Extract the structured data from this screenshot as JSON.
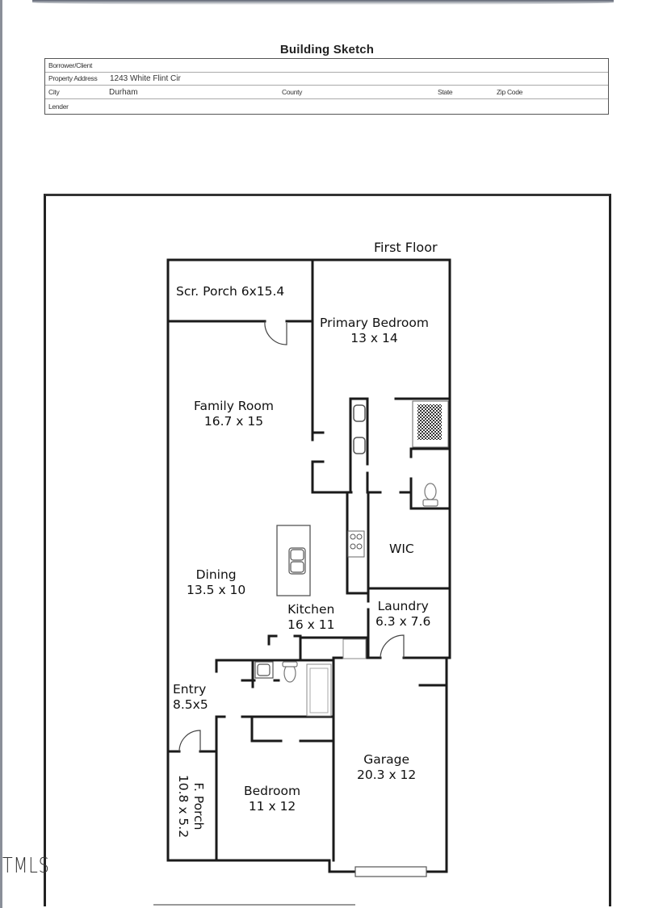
{
  "document": {
    "title": "Building Sketch",
    "form": {
      "borrower_client_label": "Borrower/Client",
      "borrower_client_value": "",
      "property_address_label": "Property Address",
      "property_address_value": "1243 White Flint Cir",
      "city_label": "City",
      "city_value": "Durham",
      "county_label": "County",
      "county_value": "",
      "state_label": "State",
      "state_value": "",
      "zip_label": "Zip Code",
      "zip_value": "",
      "lender_label": "Lender",
      "lender_value": ""
    }
  },
  "sketch": {
    "floor_label": "First Floor",
    "rooms": {
      "scr_porch": {
        "name": "Scr. Porch 6x15.4"
      },
      "primary_bedroom": {
        "name": "Primary Bedroom",
        "size": "13 x 14"
      },
      "family_room": {
        "name": "Family Room",
        "size": "16.7 x 15"
      },
      "wic": {
        "name": "WIC"
      },
      "dining": {
        "name": "Dining",
        "size": "13.5 x 10"
      },
      "kitchen": {
        "name": "Kitchen",
        "size": "16 x 11"
      },
      "laundry": {
        "name": "Laundry",
        "size": "6.3 x 7.6"
      },
      "entry": {
        "name": "Entry",
        "size": "8.5x5"
      },
      "garage": {
        "name": "Garage",
        "size": "20.3 x 12"
      },
      "bedroom": {
        "name": "Bedroom",
        "size": "11 x 12"
      },
      "front_porch": {
        "name": "F. Porch",
        "size": "10.8 x 5.2"
      }
    }
  },
  "watermark": "TMLS",
  "colors": {
    "wall": "#1a1a1a",
    "fixture": "#666666",
    "paper": "#ffffff"
  }
}
